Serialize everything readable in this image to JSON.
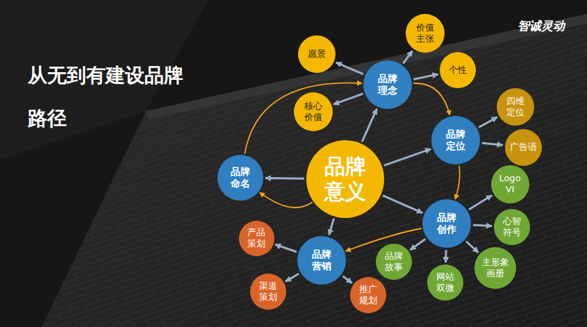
{
  "diagram": {
    "title": "从无到有建设品牌 路径",
    "nodes": [
      {
        "text": [
          "品牌 意义"
        ]
      },
      {
        "text": [
          "品牌 命名"
        ]
      },
      {
        "text": [
          "品牌 理念"
        ]
      },
      {
        "text": [
          "愿景"
        ]
      },
      {
        "text": [
          "价值 主张"
        ]
      },
      {
        "text": [
          "个性"
        ]
      },
      {
        "text": [
          "核心 价值"
        ]
      },
      {
        "text": [
          "品牌 定位"
        ]
      },
      {
        "text": [
          "四维 定位"
        ]
      },
      {
        "text": [
          "广告语"
        ]
      },
      {
        "text": [
          "品牌 创作"
        ]
      },
      {
        "text": [
          "Logo VI"
        ]
      },
      {
        "text": [
          "心智 符号"
        ]
      },
      {
        "text": [
          "主形象 画册"
        ]
      },
      {
        "text": [
          "网站 双微"
        ]
      },
      {
        "text": [
          "品牌 故事"
        ]
      },
      {
        "text": [
          "品牌 营销"
        ]
      },
      {
        "text": [
          "产品 策划"
        ]
      },
      {
        "text": [
          "渠道 策划"
        ]
      },
      {
        "text": [
          "推广 规划"
        ]
      }
    ],
    "edges": [
      {
        "from": 0,
        "to": 1,
        "arrow": "to"
      },
      {
        "from": 0,
        "to": 2,
        "arrow": "to"
      },
      {
        "from": 0,
        "to": 7,
        "arrow": "to"
      },
      {
        "from": 0,
        "to": 10,
        "arrow": "to"
      },
      {
        "from": 0,
        "to": 16,
        "arrow": "to"
      },
      {
        "from": 2,
        "to": 3,
        "arrow": "to"
      },
      {
        "from": 2,
        "to": 4,
        "arrow": "to"
      },
      {
        "from": 2,
        "to": 5,
        "arrow": "to"
      },
      {
        "from": 2,
        "to": 6,
        "arrow": "to"
      },
      {
        "from": 7,
        "to": 8,
        "arrow": "to"
      },
      {
        "from": 7,
        "to": 9,
        "arrow": "to"
      },
      {
        "from": 10,
        "to": 11,
        "arrow": "to"
      },
      {
        "from": 10,
        "to": 12,
        "arrow": "to"
      },
      {
        "from": 10,
        "to": 13,
        "arrow": "to"
      },
      {
        "from": 10,
        "to": 14,
        "arrow": "to"
      },
      {
        "from": 10,
        "to": 15,
        "arrow": "to"
      },
      {
        "from": 16,
        "to": 17,
        "arrow": "to"
      },
      {
        "from": 16,
        "to": 18,
        "arrow": "to"
      },
      {
        "from": 16,
        "to": 19,
        "arrow": "to"
      },
      {
        "from": 1,
        "to": 2,
        "arrow": "to"
      },
      {
        "from": 2,
        "to": 7,
        "arrow": "to"
      },
      {
        "from": 7,
        "to": 10,
        "arrow": "to"
      },
      {
        "from": 10,
        "to": 16,
        "arrow": "to"
      },
      {
        "from": 0,
        "to": 1,
        "arrow": "to"
      }
    ],
    "labels": [
      "智诚灵动"
    ]
  }
}
